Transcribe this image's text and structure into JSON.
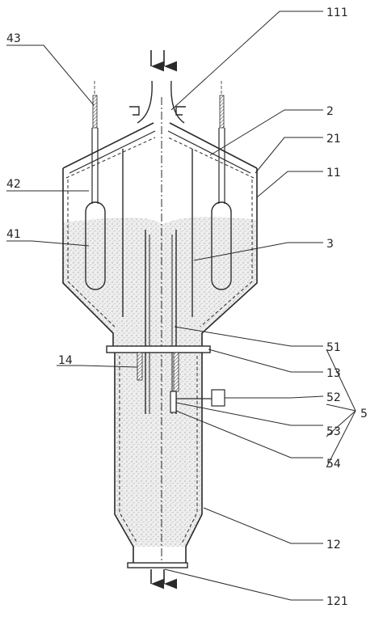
{
  "labels": {
    "l43": "43",
    "l111": "111",
    "l2": "2",
    "l21": "21",
    "l11": "11",
    "l42": "42",
    "l41": "41",
    "l3": "3",
    "l51": "51",
    "l14": "14",
    "l13": "13",
    "l52": "52",
    "l53": "53",
    "l54": "54",
    "l5": "5",
    "l12": "12",
    "l121": "121"
  },
  "colors": {
    "line": "#2a2a2a",
    "fill_granular": "#ededed",
    "stipple": "#8a8a8a",
    "background": "#ffffff"
  }
}
